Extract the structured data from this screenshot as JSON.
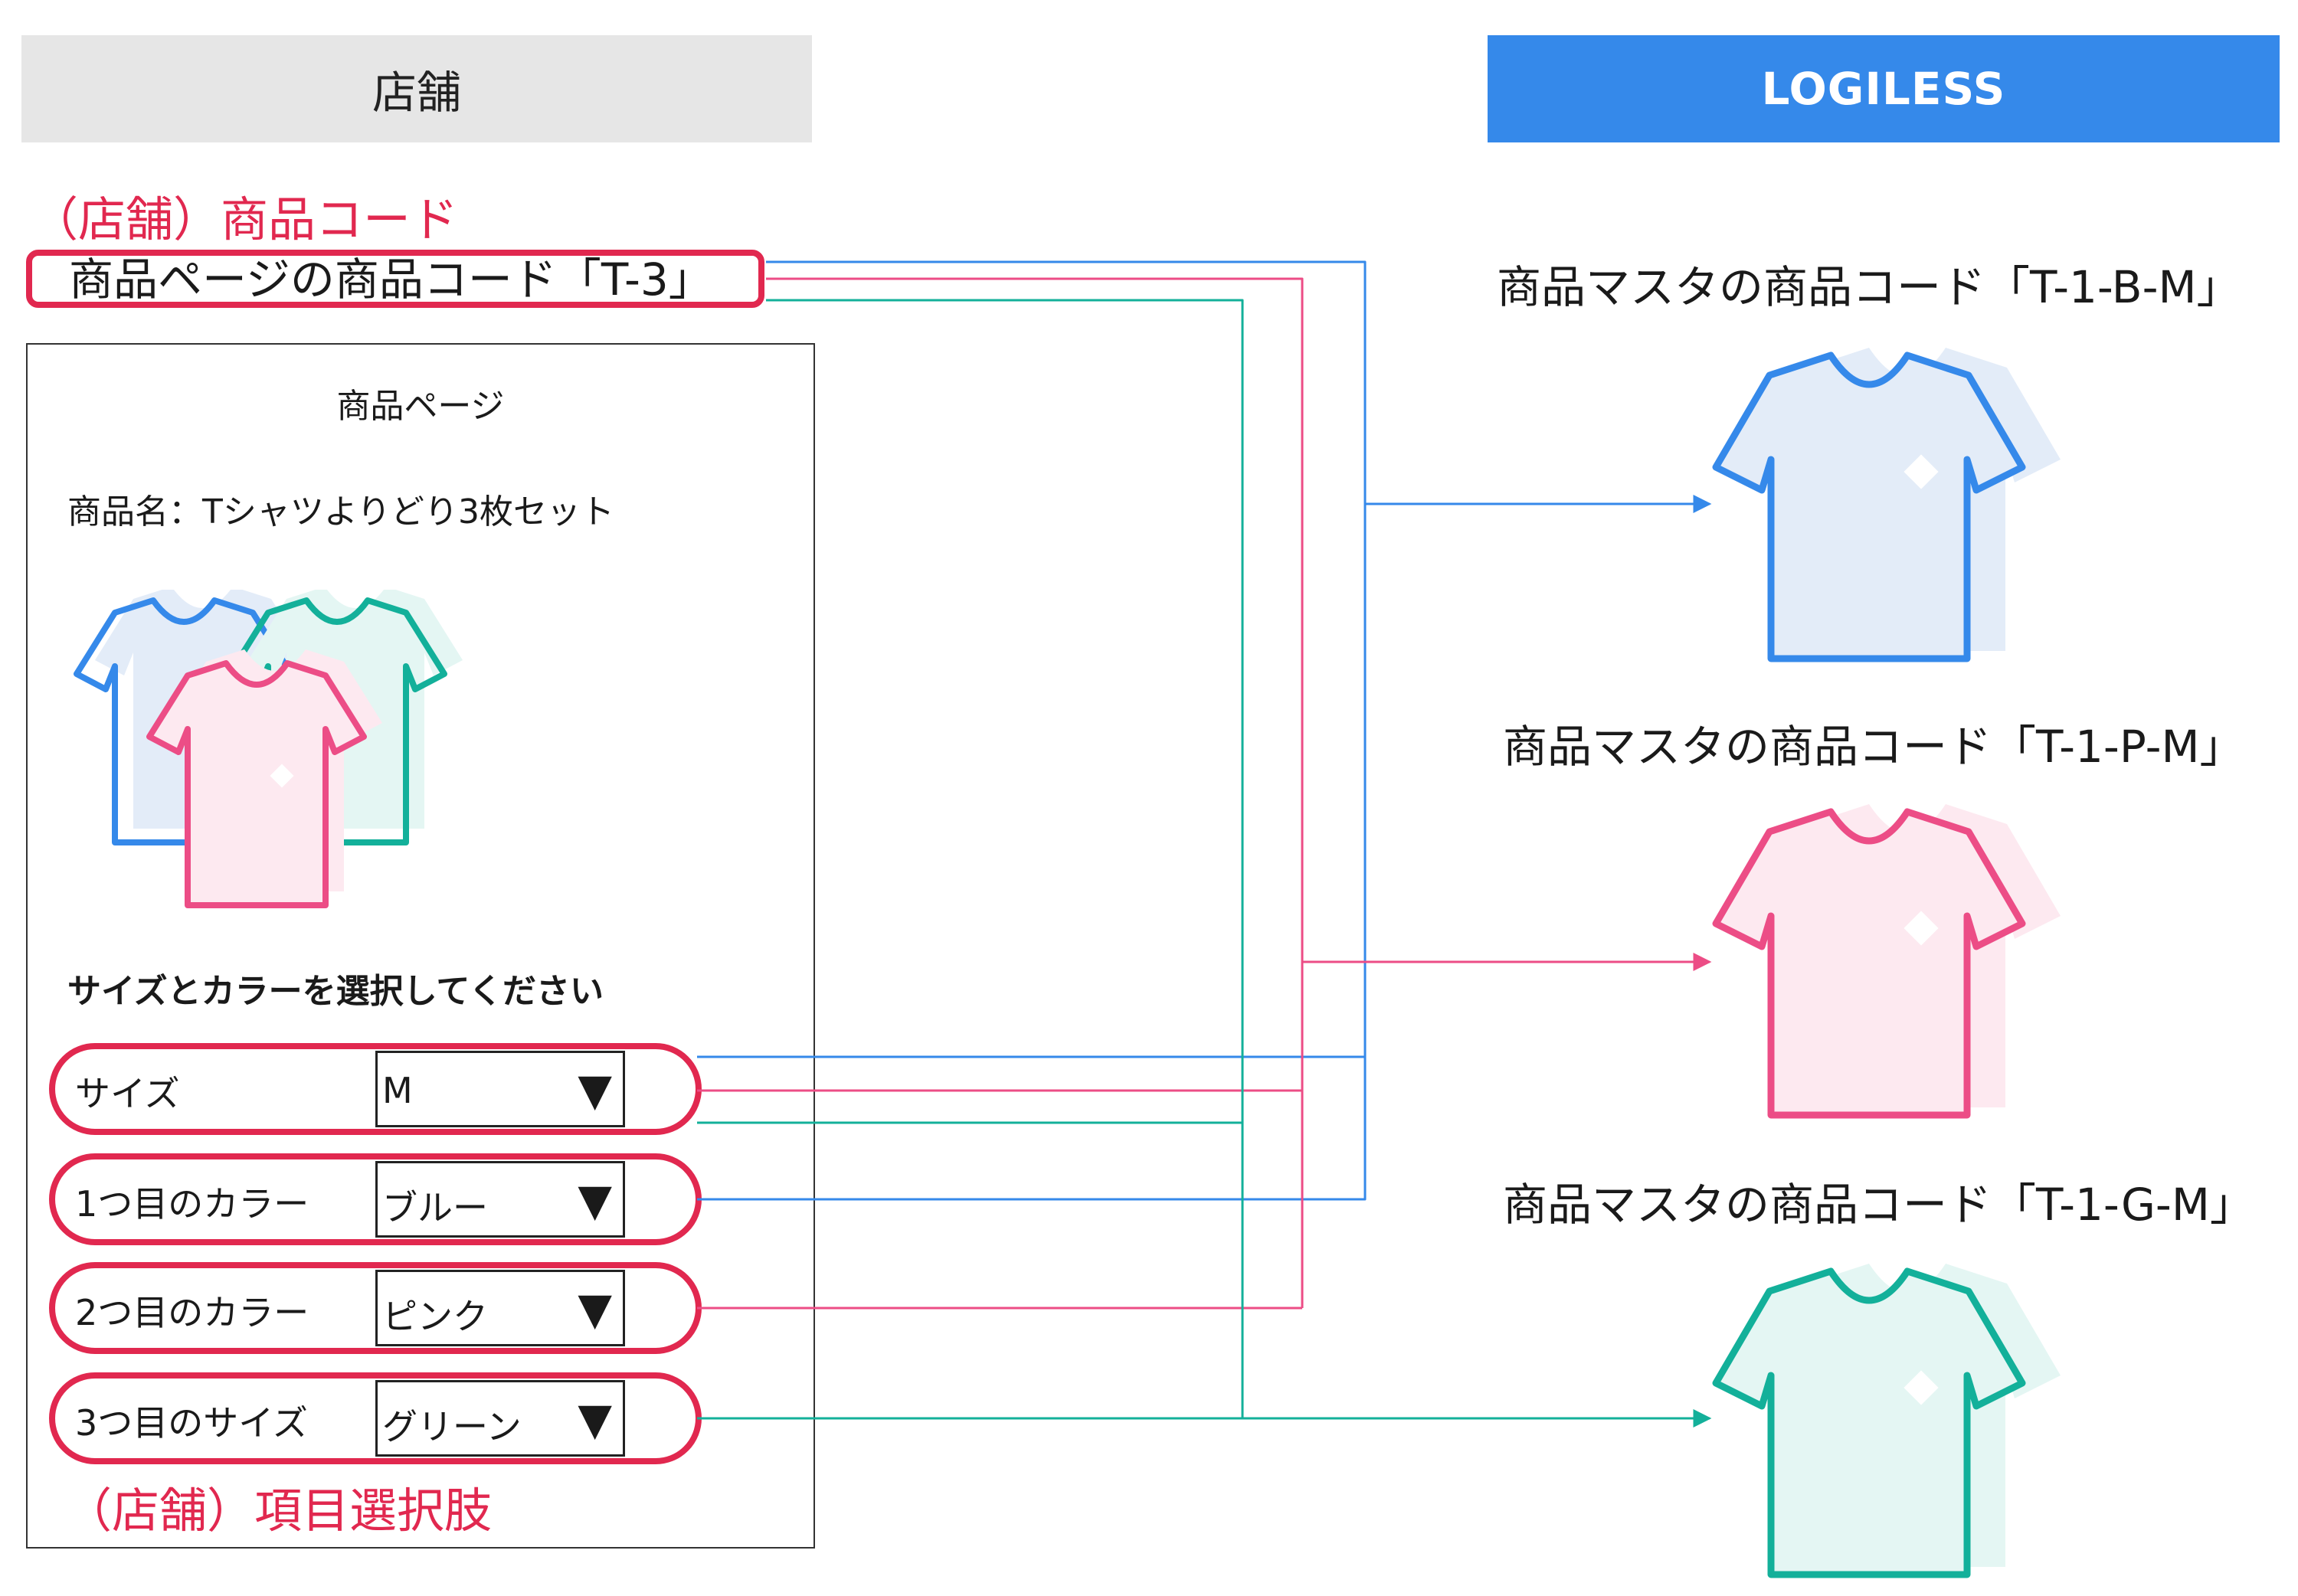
{
  "headers": {
    "store": "店舗",
    "logiless": "LOGILESS"
  },
  "labels": {
    "store_product_code": "（店舗）商品コード",
    "store_item_options": "（店舗）項目選択肢"
  },
  "product_code_text": "商品ページの商品コード「T-3」",
  "product_page": {
    "title": "商品ページ",
    "product_name": "商品名：Tシャツよりどり3枚セット",
    "instruction": "サイズとカラーを選択してください",
    "options": [
      {
        "label": "サイズ",
        "value": "M"
      },
      {
        "label": "1つ目のカラー",
        "value": "ブルー"
      },
      {
        "label": "2つ目のカラー",
        "value": "ピンク"
      },
      {
        "label": "3つ目のサイズ",
        "value": "グリーン"
      }
    ],
    "dropdown_glyph": "▼"
  },
  "masters": [
    {
      "title": "商品マスタの商品コード「T-1-B-M」",
      "color": "#3589ea",
      "fill": "#e3ecf8"
    },
    {
      "title": "商品マスタの商品コード「T-1-P-M」",
      "color": "#ec4d86",
      "fill": "#fde9f0"
    },
    {
      "title": "商品マスタの商品コード「T-1-G-M」",
      "color": "#13b09a",
      "fill": "#e4f6f3"
    }
  ],
  "colors": {
    "blue": "#3589ea",
    "pink": "#ec4d86",
    "green": "#13b09a",
    "red": "#e1284f",
    "header_blue": "#3589ea"
  }
}
